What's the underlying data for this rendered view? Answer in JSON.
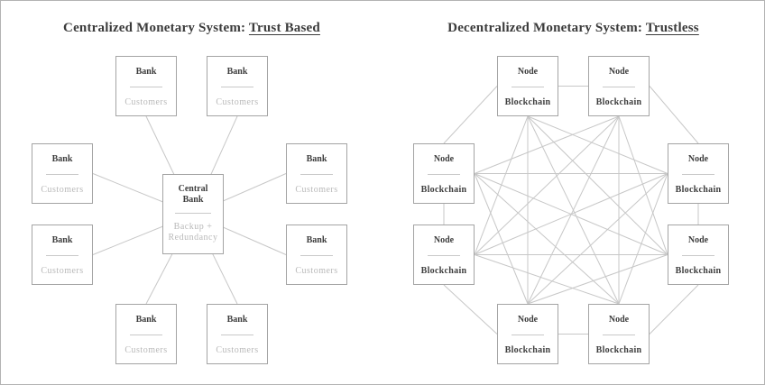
{
  "left_panel": {
    "title_prefix": "Centralized Monetary System: ",
    "title_emphasis": "Trust Based",
    "hub": {
      "title": "Central Bank",
      "subtitle": "Backup + Redundancy"
    },
    "satellites": [
      {
        "position": "top-left",
        "title": "Bank",
        "subtitle": "Customers"
      },
      {
        "position": "top-right",
        "title": "Bank",
        "subtitle": "Customers"
      },
      {
        "position": "mid-left-upper",
        "title": "Bank",
        "subtitle": "Customers"
      },
      {
        "position": "mid-right-upper",
        "title": "Bank",
        "subtitle": "Customers"
      },
      {
        "position": "mid-left-lower",
        "title": "Bank",
        "subtitle": "Customers"
      },
      {
        "position": "mid-right-lower",
        "title": "Bank",
        "subtitle": "Customers"
      },
      {
        "position": "bottom-left",
        "title": "Bank",
        "subtitle": "Customers"
      },
      {
        "position": "bottom-right",
        "title": "Bank",
        "subtitle": "Customers"
      }
    ]
  },
  "right_panel": {
    "title_prefix": "Decentralized Monetary System: ",
    "title_emphasis": "Trustless",
    "nodes": [
      {
        "position": "top-left",
        "title": "Node",
        "subtitle": "Blockchain"
      },
      {
        "position": "top-right",
        "title": "Node",
        "subtitle": "Blockchain"
      },
      {
        "position": "mid-left-upper",
        "title": "Node",
        "subtitle": "Blockchain"
      },
      {
        "position": "mid-right-upper",
        "title": "Node",
        "subtitle": "Blockchain"
      },
      {
        "position": "mid-left-lower",
        "title": "Node",
        "subtitle": "Blockchain"
      },
      {
        "position": "mid-right-lower",
        "title": "Node",
        "subtitle": "Blockchain"
      },
      {
        "position": "bottom-left",
        "title": "Node",
        "subtitle": "Blockchain"
      },
      {
        "position": "bottom-right",
        "title": "Node",
        "subtitle": "Blockchain"
      }
    ]
  },
  "colors": {
    "background": "#ffffff",
    "frame_border": "#b3b3b3",
    "box_border": "#a4a4a4",
    "connector": "#c7c7c7",
    "dark_text": "#3d3d3d",
    "muted_text": "#b9b9b9",
    "divider": "#c9c9c9",
    "title_text": "#3b3b3b"
  }
}
